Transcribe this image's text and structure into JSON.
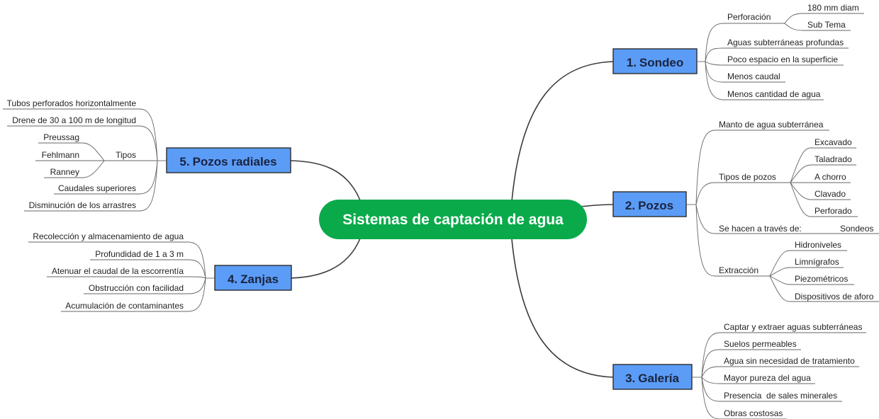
{
  "root": {
    "label": "Sistemas de captación de agua"
  },
  "topics": {
    "sondeo": {
      "number": "1.",
      "label": "Sondeo",
      "children": {
        "perforacion": {
          "label": "Perforación",
          "children": [
            "180 mm diam",
            "Sub Tema"
          ]
        },
        "items": [
          "Aguas subterráneas profundas",
          "Poco espacio en la superficie",
          "Menos caudal",
          "Menos cantidad de agua"
        ]
      }
    },
    "pozos": {
      "number": "2.",
      "label": "Pozos",
      "children": {
        "manto": "Manto de agua subterránea",
        "tipos": {
          "label": "Tipos de pozos",
          "children": [
            "Excavado",
            "Taladrado",
            "A chorro",
            "Clavado",
            "Perforado"
          ]
        },
        "traves": {
          "label": "Se hacen a través de:",
          "children": [
            "Sondeos"
          ]
        },
        "extraccion": {
          "label": "Extracción",
          "children": [
            "Hidroniveles",
            "Limnígrafos",
            "Piezométricos",
            "Dispositivos de aforo"
          ]
        }
      }
    },
    "galeria": {
      "number": "3.",
      "label": "Galería",
      "children": [
        "Captar y extraer aguas subterráneas",
        "Suelos permeables",
        "Agua sin necesidad de tratamiento",
        "Mayor pureza del agua",
        "Presencia  de sales minerales",
        "Obras costosas"
      ]
    },
    "zanjas": {
      "number": "4.",
      "label": "Zanjas",
      "children": [
        "Recolección y almacenamiento de agua",
        "Profundidad de 1 a 3 m",
        "Atenuar el caudal de la escorrentía",
        "Obstrucción con facilidad",
        "Acumulación de contaminantes"
      ]
    },
    "radiales": {
      "number": "5.",
      "label": "Pozos radiales",
      "children": {
        "tubos": "Tubos perforados horizontalmente",
        "drene": "Drene de 30 a 100 m de longitud",
        "tipos": {
          "label": "Tipos",
          "children": [
            "Preussag",
            "Fehlmann",
            "Ranney"
          ]
        },
        "caudales": "Caudales superiores",
        "arrastres": "Disminución de los arrastres"
      }
    }
  }
}
